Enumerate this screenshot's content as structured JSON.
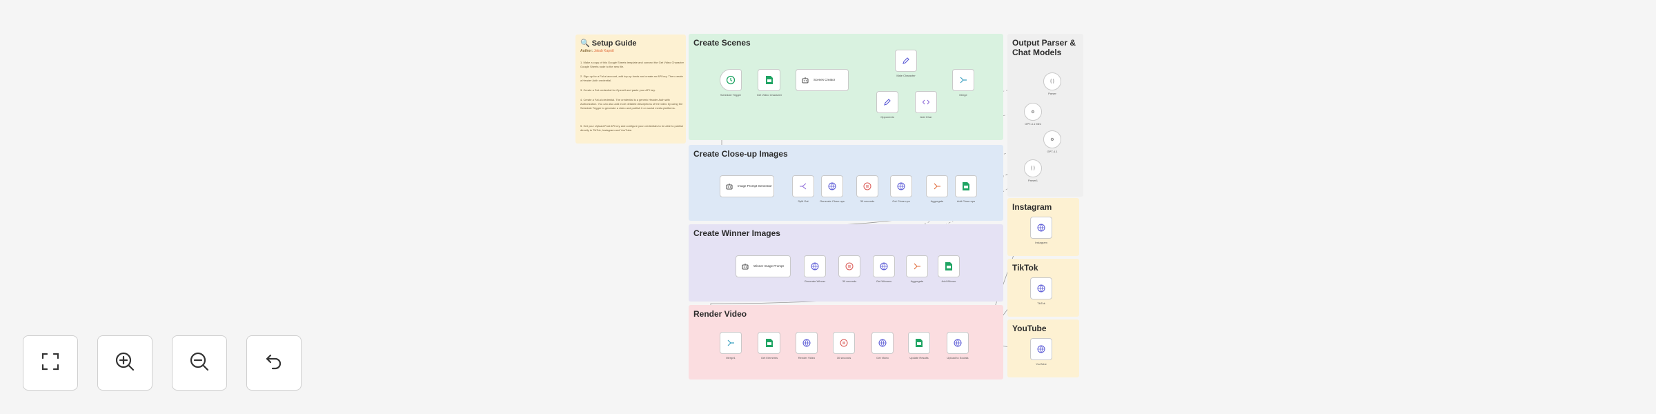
{
  "controls": {
    "fit_view": "Fit to view",
    "zoom_in": "Zoom in",
    "zoom_out": "Zoom out",
    "reset": "Reset zoom"
  },
  "guide": {
    "title": "🔍 Setup Guide",
    "author_prefix": "Author:",
    "author_name": "Jakub Kaprál",
    "steps": [
      "1. Make a copy of this Google Sheets template and connect the Get Video Character Google Sheets node to the new file.",
      "2. Sign up for a Fal.ai account, add top-up funds and create an API key. Then create a Header Auth credential.",
      "3. Create a Set credential for OpenAI and paste your API key.",
      "4. Create a Fal.ai credential. The credential is a generic Header Auth with Authorization.\nYou can also add more detailed descriptions of the video by using the Schedule Trigger to generate a video and publish it on social media platforms.",
      "5. Get your Upload-Post API key and configure your credentials to be able to publish directly to TikTok, Instagram and YouTube."
    ]
  },
  "sections": {
    "scenes": "Create Scenes",
    "closeup": "Create Close-up Images",
    "winner": "Create Winner Images",
    "render": "Render Video",
    "models": "Output Parser & Chat Models",
    "instagram": "Instagram",
    "tiktok": "TikTok",
    "youtube": "YouTube"
  },
  "nodes": {
    "schedule_trigger": "Schedule Trigger",
    "get_video_character": "Get Video Character",
    "scenes_creator": "Scenes Creator",
    "male_character": "Male Character",
    "opponents": "Opponents",
    "add_char": "Add Char",
    "merge_scenes": "Merge",
    "closeup_prompt": "Image Prompt Generator",
    "split_out": "Split Out",
    "generate_closeups": "Generate Close-ups",
    "wait_closeups": "30 seconds",
    "get_closeups": "Get Close-ups",
    "aggregate_closeups": "Aggregate",
    "add_closeup_urls": "Add Close-ups",
    "winner_prompt": "Winner Image Prompt",
    "generate_winner": "Generate Winner",
    "wait_winner": "30 seconds",
    "get_winner": "Get Winners",
    "aggregate_winner": "Aggregate",
    "add_winner": "Add Winner",
    "merge_render": "Merge1",
    "get_elements": "Get Elements",
    "render_video": "Render Video",
    "wait_render": "30 seconds",
    "get_video": "Get Video",
    "update_results": "Update Results",
    "upload_to_socials": "Upload to Socials",
    "parser_1": "Parser",
    "gpt_mini_1": "GPT-4.1 Mini",
    "gpt_mini_2": "GPT-4.1",
    "parser_2": "Parser1",
    "instagram_post": "Instagram",
    "tiktok_post": "TikTok",
    "youtube_post": "YouTube"
  },
  "colors": {
    "scenes": "#d9f2e0",
    "closeup": "#dde8f6",
    "winner": "#e5e2f4",
    "render": "#fbdde0",
    "yellow": "#fdf1d2",
    "sheets_green": "#1fa463",
    "http_blue": "#5b5bd6",
    "wait_red": "#d9534f",
    "ai_purple": "#8e6bd8",
    "merge_teal": "#3aa0c0"
  }
}
